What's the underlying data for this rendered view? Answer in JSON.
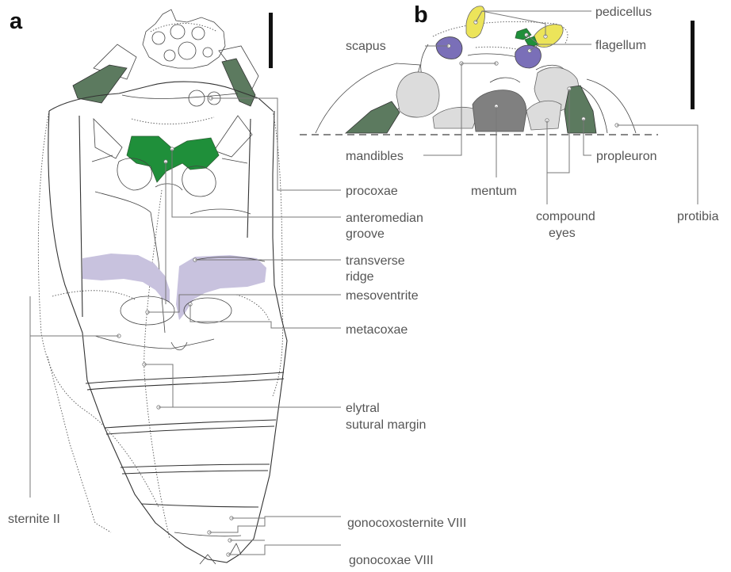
{
  "figure": {
    "panel_a_letter": "a",
    "panel_b_letter": "b"
  },
  "labels_a": {
    "procoxae": "procoxae",
    "anteromedian_1": "anteromedian",
    "anteromedian_2": "groove",
    "transverse_1": "transverse",
    "transverse_2": "ridge",
    "mesoventrite": "mesoventrite",
    "metacoxae": "metacoxae",
    "elytral_1": "elytral",
    "elytral_2": "sutural margin",
    "sternite": "sternite II",
    "gonocoxosternite": "gonocoxosternite VIII",
    "gonocoxae": "gonocoxae VIII"
  },
  "labels_b": {
    "pedicellus": "pedicellus",
    "scapus": "scapus",
    "flagellum": "flagellum",
    "mandibles": "mandibles",
    "propleuron": "propleuron",
    "mentum": "mentum",
    "compound_1": "compound",
    "compound_2": "eyes",
    "protibia": "protibia"
  },
  "colors": {
    "dark_green": "#5c7a5f",
    "bright_green": "#1f8f3a",
    "lavender": "#c8c2de",
    "purple": "#7a6fb8",
    "yellow": "#ece45a",
    "light_gray": "#dcdcdc",
    "dark_gray": "#808080"
  }
}
